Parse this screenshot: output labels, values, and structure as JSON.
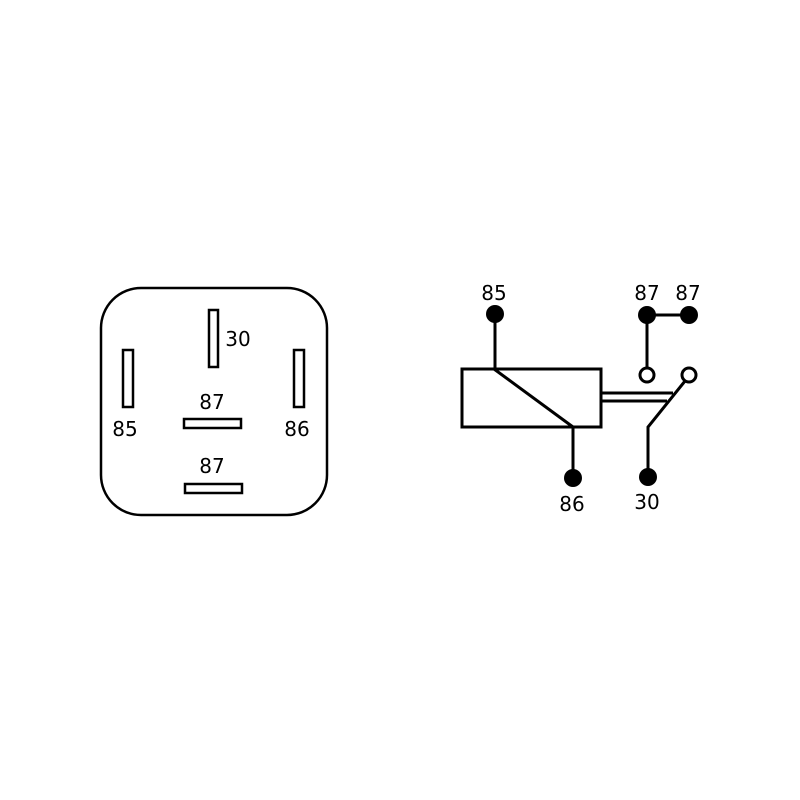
{
  "connector_view": {
    "pins": [
      {
        "id": "pin-30",
        "label": "30"
      },
      {
        "id": "pin-85",
        "label": "85"
      },
      {
        "id": "pin-86",
        "label": "86"
      },
      {
        "id": "pin-87-upper",
        "label": "87"
      },
      {
        "id": "pin-87-lower",
        "label": "87"
      }
    ]
  },
  "schematic": {
    "terminals": {
      "t85": "85",
      "t86": "86",
      "t87a": "87",
      "t87b": "87",
      "t30": "30"
    }
  },
  "colors": {
    "stroke": "#000000",
    "background": "#ffffff"
  }
}
